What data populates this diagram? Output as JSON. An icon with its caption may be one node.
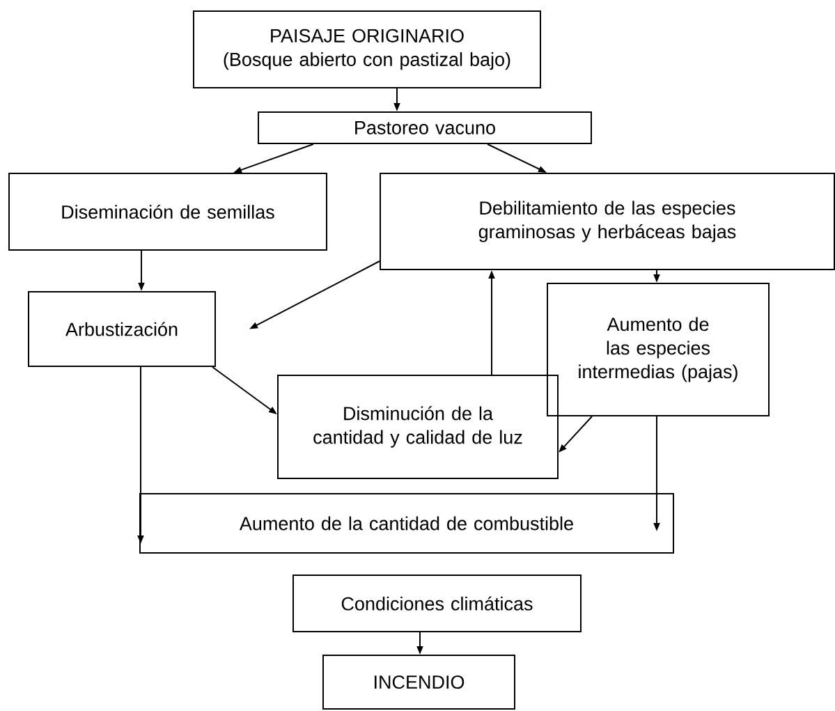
{
  "diagram": {
    "nodes": [
      {
        "text": [
          "PAISAJE ORIGINARIO",
          "(Bosque abierto con pastizal bajo)"
        ]
      },
      {
        "text": [
          "Pastoreo vacuno"
        ]
      },
      {
        "text": [
          "Diseminación de semillas"
        ]
      },
      {
        "text": [
          "Debilitamiento de las especies graminosas y herbáceas bajas"
        ]
      },
      {
        "text": [
          "Arbustización"
        ]
      },
      {
        "text": [
          "Aumento de las especies intermedias (pajas)"
        ]
      },
      {
        "text": [
          "Disminución de la cantidad y calidad de luz"
        ]
      },
      {
        "text": [
          "Aumento de la cantidad de combustible"
        ]
      },
      {
        "text": [
          "Condiciones climáticas"
        ]
      },
      {
        "text": [
          "INCENDIO"
        ]
      }
    ],
    "edges": [
      {
        "from": 0,
        "to": 1,
        "arrow": "to"
      },
      {
        "from": 1,
        "to": 2,
        "arrow": "to"
      },
      {
        "from": 1,
        "to": 3,
        "arrow": "to"
      },
      {
        "from": 2,
        "to": 4,
        "arrow": "to"
      },
      {
        "from": 3,
        "to": 4,
        "arrow": "to"
      },
      {
        "from": 3,
        "to": 5,
        "arrow": "to"
      },
      {
        "from": 4,
        "to": 6,
        "arrow": "to"
      },
      {
        "from": 6,
        "to": 3,
        "arrow": "to"
      },
      {
        "from": 5,
        "to": 6,
        "arrow": "to"
      },
      {
        "from": 4,
        "to": 7,
        "arrow": "to"
      },
      {
        "from": 5,
        "to": 7,
        "arrow": "to"
      },
      {
        "from": 8,
        "to": 9,
        "arrow": "to"
      }
    ]
  }
}
